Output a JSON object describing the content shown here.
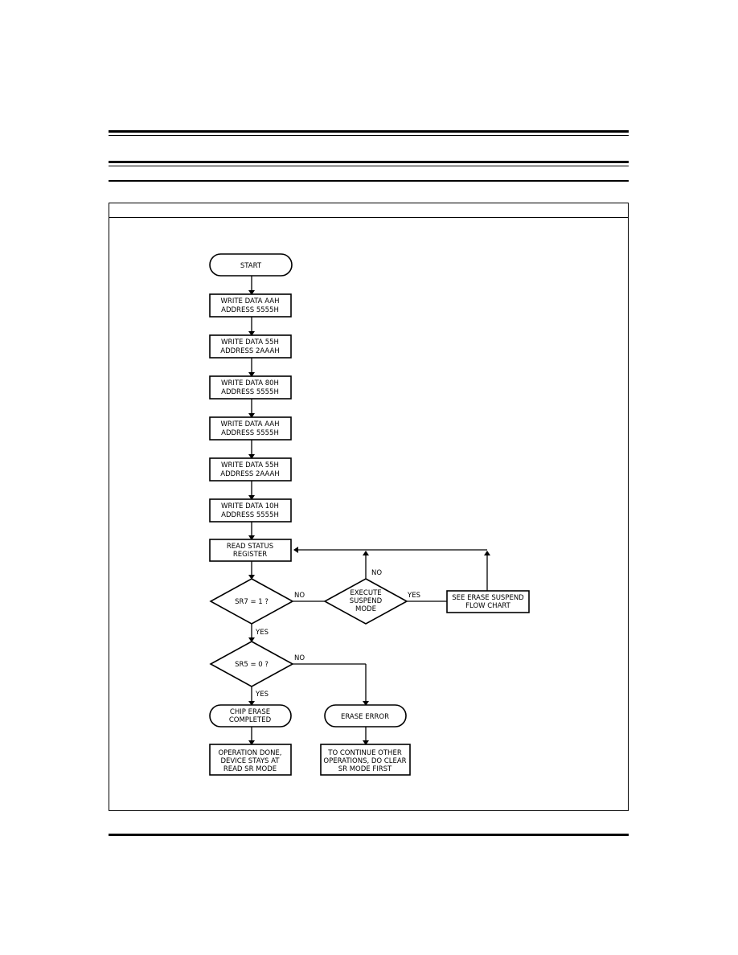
{
  "flowchart": {
    "start": "START",
    "steps": [
      [
        "WRITE DATA AAH",
        "ADDRESS 5555H"
      ],
      [
        "WRITE DATA 55H",
        "ADDRESS 2AAAH"
      ],
      [
        "WRITE DATA 80H",
        "ADDRESS 5555H"
      ],
      [
        "WRITE DATA AAH",
        "ADDRESS 5555H"
      ],
      [
        "WRITE DATA 55H",
        "ADDRESS 2AAAH"
      ],
      [
        "WRITE DATA 10H",
        "ADDRESS 5555H"
      ]
    ],
    "read_status": [
      "READ STATUS",
      "REGISTER"
    ],
    "decision_sr7": "SR7 = 1 ?",
    "decision_suspend": [
      "EXECUTE",
      "SUSPEND",
      "MODE"
    ],
    "suspend_box": [
      "SEE ERASE SUSPEND",
      "FLOW CHART"
    ],
    "decision_sr5": "SR5 = 0 ?",
    "completed": [
      "CHIP ERASE",
      "COMPLETED"
    ],
    "erase_error": "ERASE ERROR",
    "done_box": [
      "OPERATION DONE,",
      "DEVICE STAYS AT",
      "READ SR MODE"
    ],
    "error_box": [
      "TO CONTINUE OTHER",
      "OPERATIONS, DO CLEAR",
      "SR MODE FIRST"
    ],
    "labels": {
      "no": "NO",
      "yes": "YES"
    }
  }
}
